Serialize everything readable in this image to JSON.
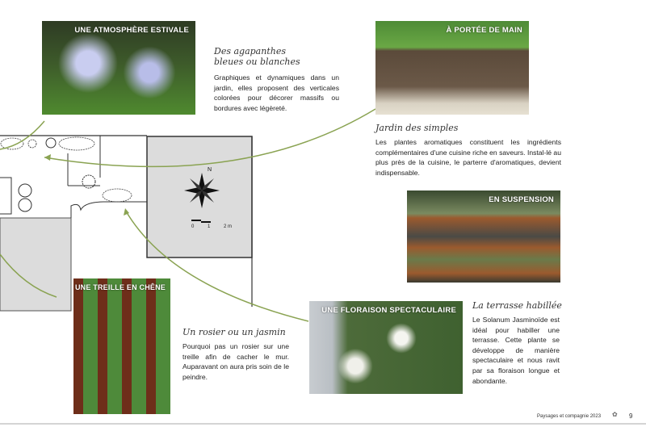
{
  "photos": {
    "agapanthe": {
      "caption": "UNE ATMOSPHÈRE ESTIVALE"
    },
    "bordure": {
      "caption": "À PORTÉE DE MAIN"
    },
    "suspension": {
      "caption": "EN SUSPENSION"
    },
    "floraison": {
      "caption": "UNE FLORAISON SPECTACULAIRE"
    },
    "treille": {
      "caption": "UNE TREILLE EN CHÊNE"
    }
  },
  "sections": {
    "agapanthes": {
      "title_line1": "Des agapanthes",
      "title_line2": "bleues ou blanches",
      "body": "Graphiques et dynamiques dans un jardin, elles proposent des verticales colorées pour décorer massifs ou bordures avec légèreté."
    },
    "simples": {
      "title": "Jardin des simples",
      "body": "Les plantes aromatiques constituent les ingrédients complémentaires d'une cuisine riche en saveurs. Instal-lé au plus près de la cuisine, le parterre d'aromatiques, devient indispensable."
    },
    "terrasse": {
      "title": "La terrasse habillée",
      "body": "Le Solanum Jasminoïde est idéal pour habiller une terrasse. Cette plante se développe de manière spectaculaire et nous ravit par sa floraison longue et abondante."
    },
    "rosier": {
      "title": "Un rosier ou un jasmin",
      "body": "Pourquoi pas un rosier sur une treille afin de cacher le mur. Auparavant on aura pris soin de le peindre."
    }
  },
  "plan": {
    "north_label": "N",
    "scale_labels": [
      "0",
      "1",
      "2 m"
    ]
  },
  "footer": {
    "publication": "Paysages et compagnie 2023",
    "page_number": "9"
  },
  "colors": {
    "arrow": "#8aa352",
    "plan_gray": "#dcdcdc"
  }
}
